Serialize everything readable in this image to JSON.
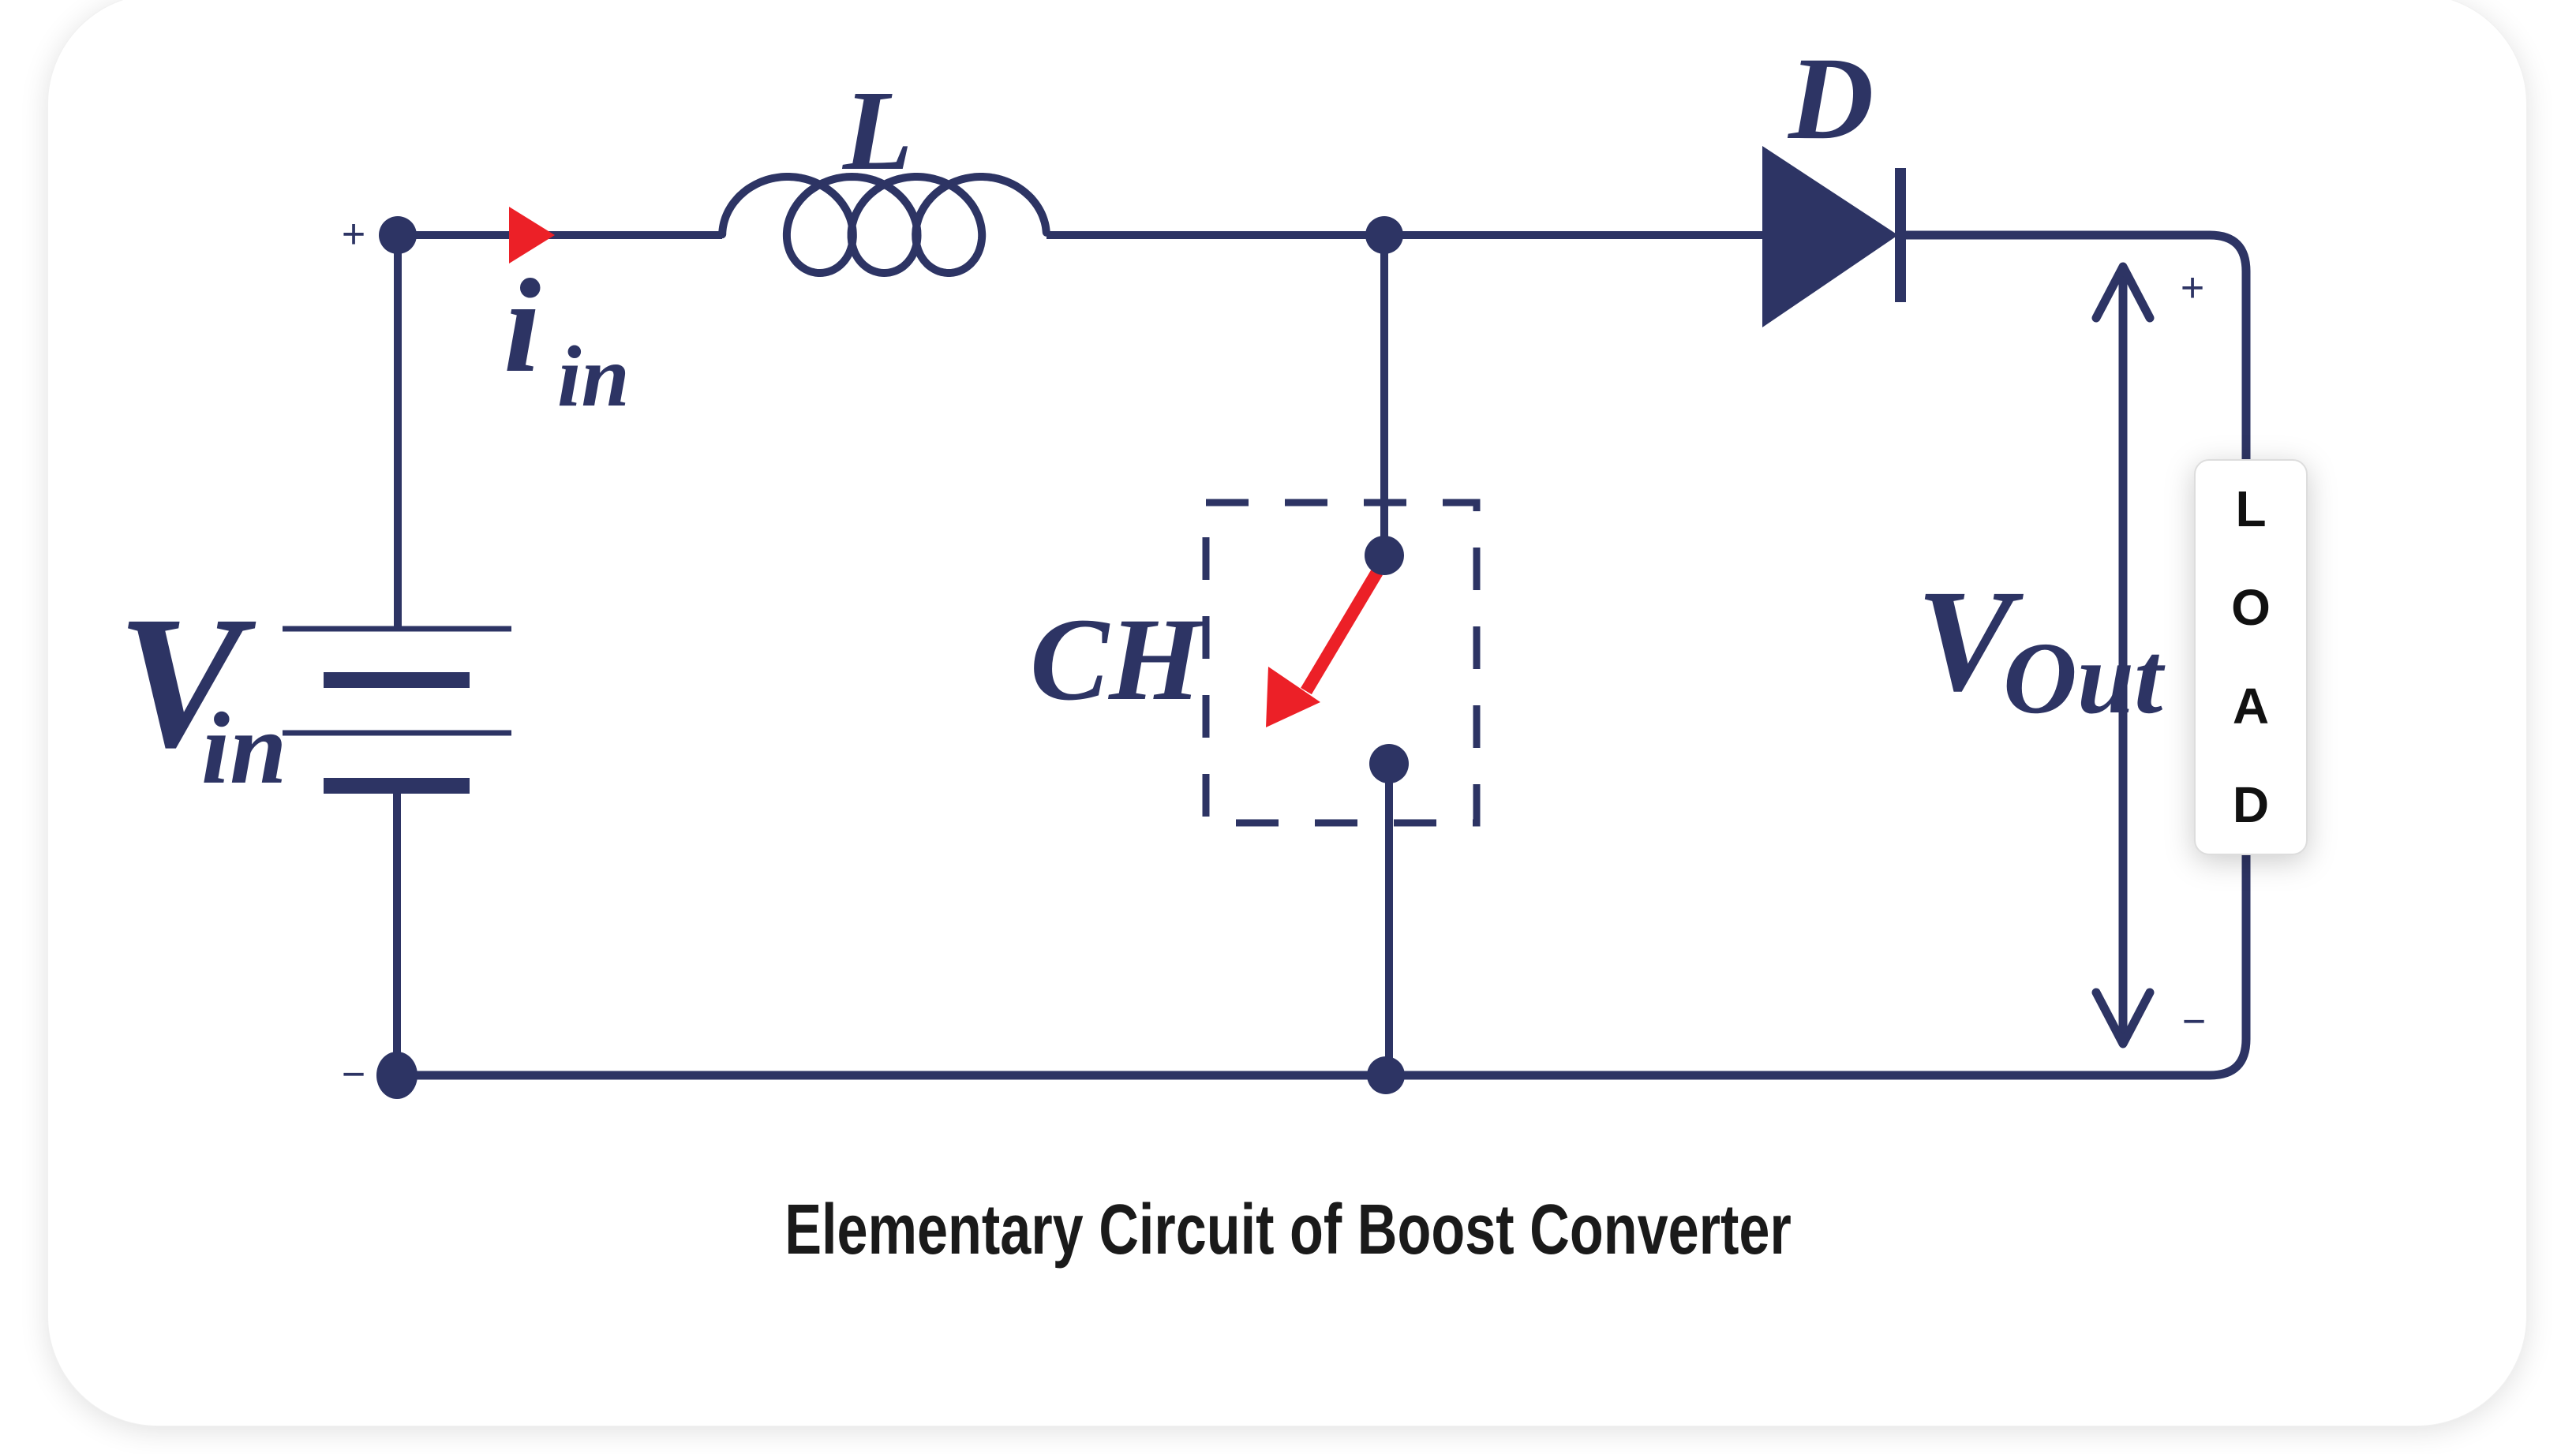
{
  "diagram": {
    "title": "Elementary Circuit of Boost Converter",
    "colors": {
      "wire": "#2d3464",
      "accent": "#ec2027",
      "title_text": "#1a1a1a",
      "card_bg": "#ffffff",
      "load_text": "#111111"
    },
    "labels": {
      "inductor": "L",
      "diode": "D",
      "switch": "CH",
      "input_voltage": {
        "main": "V",
        "sub": "in"
      },
      "input_current": {
        "main": "i",
        "sub": "in"
      },
      "output_voltage": {
        "main": "V",
        "sub": "Out"
      },
      "polarity": {
        "input_plus": "+",
        "input_minus": "−",
        "output_plus": "+",
        "output_minus": "−"
      },
      "load": [
        "L",
        "O",
        "A",
        "D"
      ]
    }
  }
}
